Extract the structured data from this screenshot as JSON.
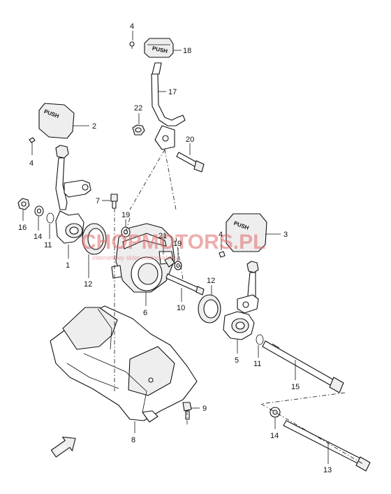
{
  "callouts": {
    "n1": "1",
    "n2": "2",
    "n3": "3",
    "n4a": "4",
    "n4b": "4",
    "n4c": "4",
    "n5": "5",
    "n6": "6",
    "n7": "7",
    "n8": "8",
    "n9": "9",
    "n10": "10",
    "n11a": "11",
    "n11b": "11",
    "n12a": "12",
    "n12b": "12",
    "n13": "13",
    "n14a": "14",
    "n14b": "14",
    "n15": "15",
    "n16": "16",
    "n17": "17",
    "n18": "18",
    "n19a": "19",
    "n19b": "19",
    "n20": "20",
    "n21": "21",
    "n22": "22"
  },
  "embossed": {
    "left_cover": "PUSH",
    "right_cover": "PUSH",
    "top_cover": "PUSH"
  },
  "fwd_arrow": "FWD",
  "watermark": {
    "main": "CHOPMOTORS.PL",
    "sub": "internetowy sklep motocyklowy"
  }
}
